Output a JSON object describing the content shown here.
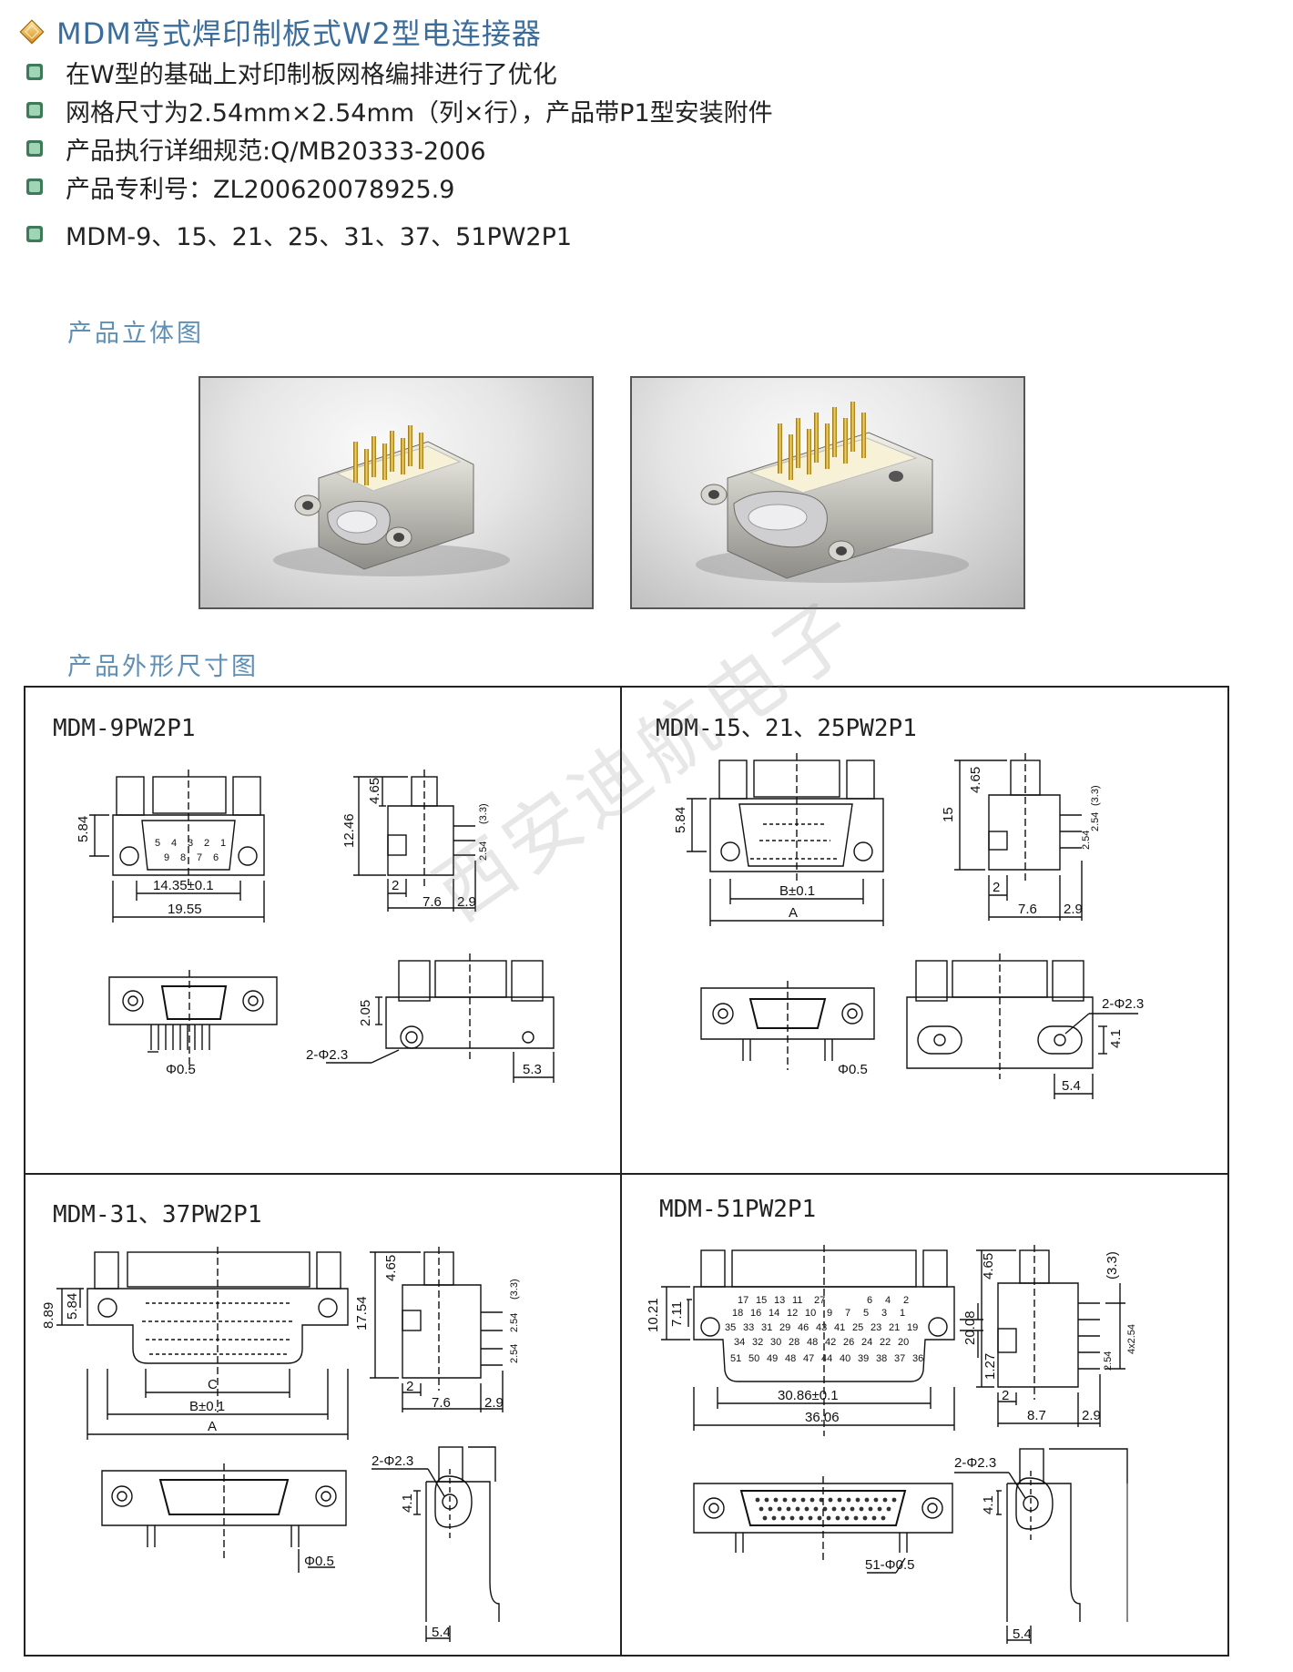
{
  "header": {
    "title": "MDM弯式焊印制板式W2型电连接器",
    "bullets": [
      "在W型的基础上对印制板网格编排进行了优化",
      "网格尺寸为2.54mm×2.54mm（列×行），产品带P1型安装附件",
      "产品执行详细规范:Q/MB20333-2006",
      "产品专利号：ZL200620078925.9",
      "MDM-9、15、21、25、31、37、51PW2P1"
    ]
  },
  "sections": {
    "photo_title": "产品立体图",
    "drawing_title": "产品外形尺寸图"
  },
  "watermark": "西安迪航电子",
  "drawings": {
    "q1": {
      "label": "MDM-9PW2P1",
      "dims": [
        "5.84",
        "14.35±0.1",
        "19.55",
        "4.65",
        "12.46",
        "2.54",
        "(3.3)",
        "2",
        "7.6",
        "2.9",
        "Φ0.5",
        "2.05",
        "2-Φ2.3",
        "5.3"
      ],
      "pins": [
        "5",
        "4",
        "3",
        "2",
        "1",
        "9",
        "8",
        "7",
        "6"
      ]
    },
    "q2": {
      "label": "MDM-15、21、25PW2P1",
      "dims": [
        "5.84",
        "B±0.1",
        "A",
        "4.65",
        "15",
        "(3.3)",
        "2.54",
        "2.54",
        "2",
        "7.6",
        "2.9",
        "Φ0.5",
        "2-Φ2.3",
        "4.1",
        "5.4"
      ]
    },
    "q3": {
      "label": "MDM-31、37PW2P1",
      "dims": [
        "8.89",
        "5.84",
        "C",
        "B±0.1",
        "A",
        "4.65",
        "17.54",
        "(3.3)",
        "2.54",
        "2.54",
        "2",
        "7.6",
        "2.9",
        "2-Φ2.3",
        "4.1",
        "Φ0.5",
        "5.4"
      ]
    },
    "q4": {
      "label": "MDM-51PW2P1",
      "dims": [
        "10.21",
        "7.11",
        "1.27",
        "30.86±0.1",
        "36.06",
        "4.65",
        "20.08",
        "(3.3)",
        "4x2.54",
        "2.54",
        "2",
        "8.7",
        "2.9",
        "2-Φ2.3",
        "4.1",
        "51-Φ0.5",
        "5.4"
      ],
      "pin_rows": [
        [
          "17",
          "15",
          "13",
          "11",
          "27",
          "6",
          "4",
          "2"
        ],
        [
          "18",
          "16",
          "14",
          "12",
          "10",
          "9",
          "7",
          "5",
          "3",
          "1"
        ],
        [
          "35",
          "33",
          "31",
          "29",
          "46",
          "43",
          "41",
          "25",
          "23",
          "21",
          "19"
        ],
        [
          "34",
          "32",
          "30",
          "28",
          "48",
          "42",
          "26",
          "24",
          "22",
          "20"
        ],
        [
          "51",
          "50",
          "49",
          "48",
          "47",
          "44",
          "40",
          "39",
          "38",
          "37",
          "36"
        ]
      ]
    }
  },
  "colors": {
    "title": "#3b6d9c",
    "section": "#5f8fb5",
    "bullet_green": "#5aa37a",
    "gold": "#d9b441"
  }
}
